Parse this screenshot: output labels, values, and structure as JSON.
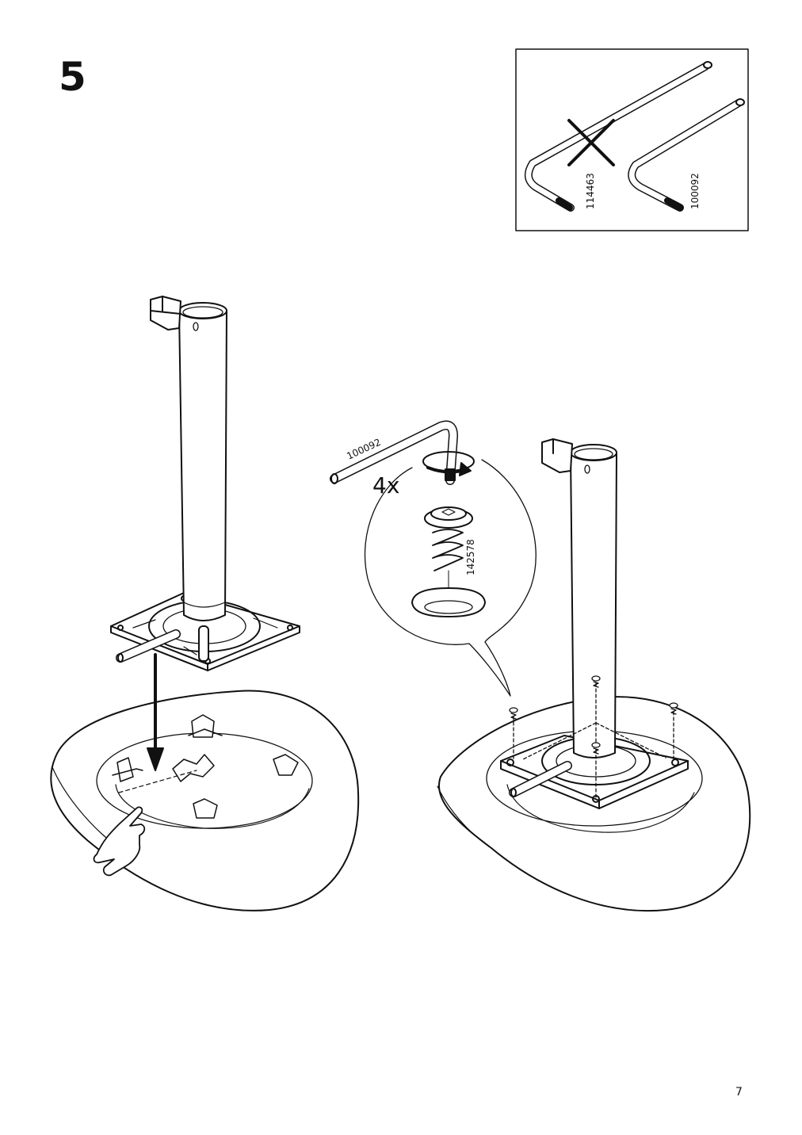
{
  "step": {
    "number": "5"
  },
  "page": {
    "number": "7"
  },
  "tool_comparison": {
    "wrong_tool_code": "114463",
    "correct_tool_code": "100092"
  },
  "detail_callout": {
    "quantity": "4x",
    "screw_code": "142578",
    "allen_key_code": "100092"
  },
  "icons": [
    "x-mark-icon",
    "pointing-hand-icon",
    "down-arrow-icon",
    "rotate-arrow-icon"
  ]
}
